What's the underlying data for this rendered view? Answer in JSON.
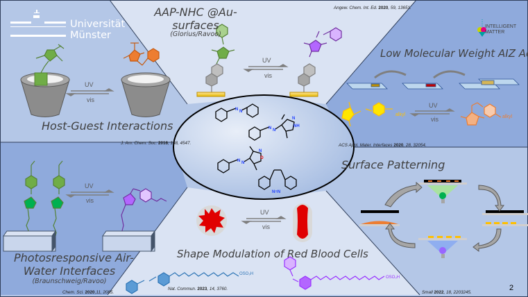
{
  "logo": {
    "line1": "Universität",
    "line2": "Münster"
  },
  "intelligent_matter": {
    "line1": "INTELLIGENT",
    "line2": "MATTER"
  },
  "center": {
    "molecules": [
      "azobenzene",
      "arylazopyrazole",
      "arylazoisoxazole",
      "diazocine"
    ],
    "labels": {
      "nh": "NH",
      "n": "N",
      "o": "O"
    }
  },
  "panels": {
    "host_guest": {
      "title": "Host-Guest Interactions",
      "ref_journal": "J. Am. Chem. Soc.",
      "ref_year": "2016",
      "ref_vol": "138",
      "ref_page": "4547.",
      "arrow_top": "UV",
      "arrow_bottom": "vis"
    },
    "aap_nhc": {
      "title_line1": "AAP-NHC @Au-",
      "title_line2": "surfaces",
      "subtitle": "(Glorius/Ravoo)",
      "ref_journal": "Angew. Chem. Int. Ed.",
      "ref_year": "2020",
      "ref_vol": "59",
      "ref_page": "13651.",
      "arrow_top": "UV",
      "arrow_bottom": "vis"
    },
    "adhesives": {
      "title": "Low Molecular Weight AIZ Adhesives",
      "ref_journal": "ACS Appl. Mater. Interfaces",
      "ref_year": "2020",
      "ref_vol": "28",
      "ref_page": "32054.",
      "arrow_top": "UV",
      "arrow_bottom": "vis",
      "substituent": "alkyl"
    },
    "air_water": {
      "title_line1": "Photosresponsive Air-",
      "title_line2": "Water Interfaces",
      "subtitle": "(Braunschweig/Ravoo)",
      "ref_journal": "Chem. Sci.",
      "ref_year": "2020",
      "ref_vol": "11",
      "ref_page": "2085.",
      "arrow_top": "UV",
      "arrow_bottom": "vis"
    },
    "rbc": {
      "title": "Shape Modulation of Red Blood Cells",
      "ref_journal": "Nat. Commun.",
      "ref_year": "2023",
      "ref_vol": "14",
      "ref_page": "3760.",
      "arrow_top": "UV",
      "arrow_bottom": "vis",
      "end_group": "OSO₃H"
    },
    "patterning": {
      "title": "Surface Patterning",
      "ref_journal": "Small",
      "ref_year": "2022",
      "ref_vol": "18",
      "ref_page": "2203245."
    }
  },
  "page_number": "2",
  "colors": {
    "panel_light": "#dae3f3",
    "panel_mid": "#b4c7e7",
    "panel_dark": "#8faadc",
    "green": "#70ad47",
    "purple": "#9933ff",
    "orange": "#ed7d31",
    "yellow": "#ffe600",
    "blue": "#2e75b6",
    "red": "#c00000",
    "gold": "#ffd966"
  }
}
